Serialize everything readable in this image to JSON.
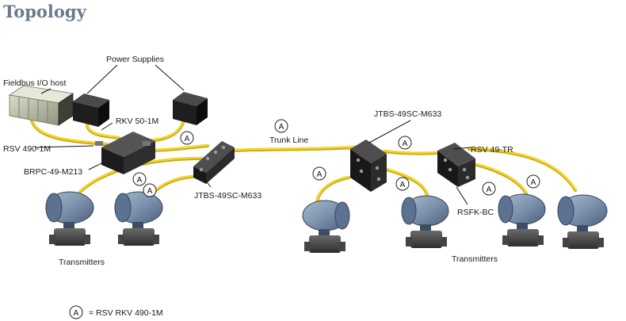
{
  "title": "Topology",
  "colors": {
    "title": "#6b7a8f",
    "cable": "#f2d52c",
    "cable_shadow": "#c9a712",
    "transmitter_body": "#7d92ad",
    "device_dark": "#2a2a2a",
    "host_grey": "#b4b9a4"
  },
  "labels": {
    "power_supplies": "Power Supplies",
    "fieldbus_host": "Fieldbus I/O host",
    "rkv": "RKV 50-1M",
    "rsv_490": "RSV 490-1M",
    "brpc": "BRPC-49-M213",
    "jtbs_left": "JTBS-49SC-M633",
    "jtbs_right": "JTBS-49SC-M633",
    "trunk_line": "Trunk Line",
    "rsv_49tr": "RSV 49-TR",
    "rsfk": "RSFK-BC",
    "transmitters_left": "Transmitters",
    "transmitters_right": "Transmitters"
  },
  "circle_letter": "A",
  "legend": {
    "letter": "A",
    "text": "=  RSV RKV 490-1M"
  }
}
